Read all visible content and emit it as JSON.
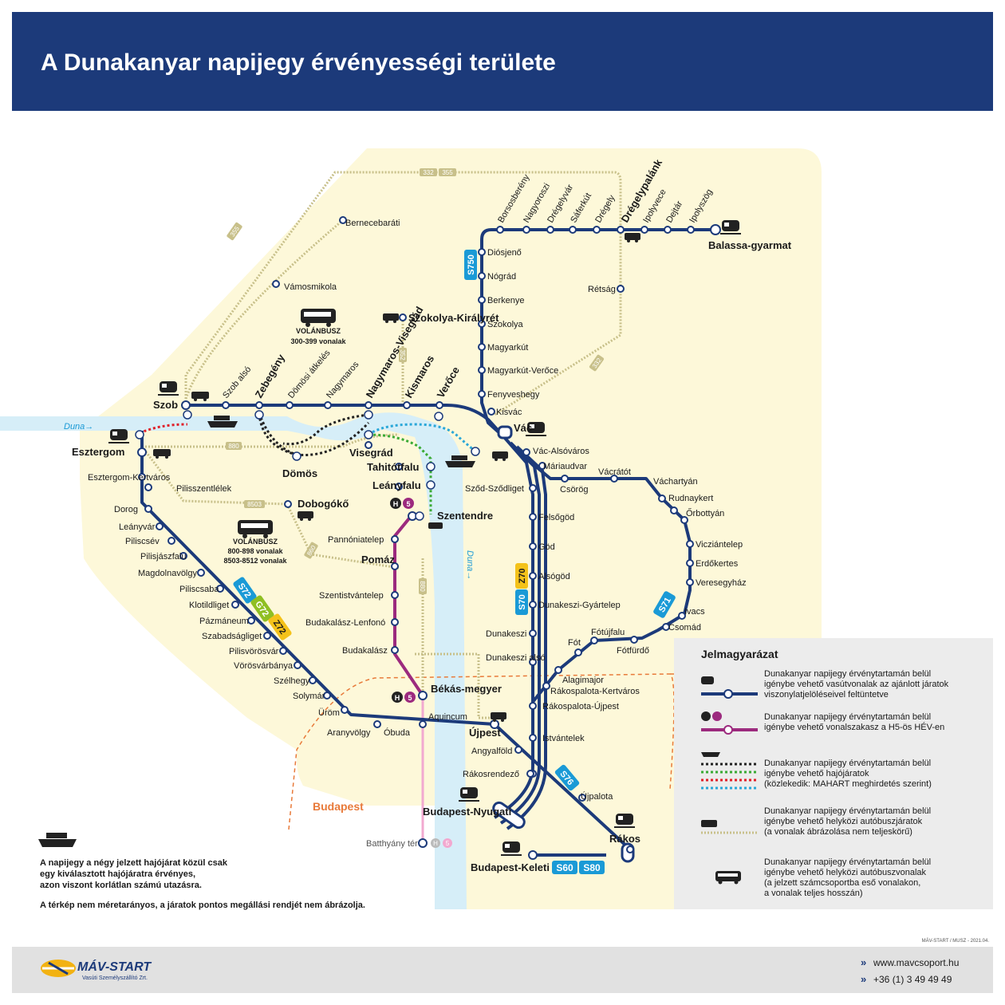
{
  "title": "A Dunakanyar napijegy érvényességi területe",
  "colors": {
    "banner": "#1c3a7a",
    "rail": "#1c3a7a",
    "hev": "#9c2a7e",
    "area": "#fdf8d9",
    "river": "#d6eef8",
    "bus": "#c8c08a",
    "boat_black": "#222222",
    "boat_green": "#3aaa35",
    "boat_red": "#e0202a",
    "boat_blue": "#2aa7d8",
    "s_blue": "#1a9ad6",
    "g_green": "#8fbf22",
    "z_yellow": "#f4c21a"
  },
  "lines": {
    "s750": "S750",
    "s70": "S70",
    "z70": "Z70",
    "s71": "S71",
    "s72": "S72",
    "g72": "G72",
    "z72": "Z72",
    "s76": "S76",
    "s60": "S60",
    "s80": "S80",
    "h5": "5",
    "h": "H"
  },
  "river_labels": {
    "duna1": "Duna→",
    "duna2": "Duna→"
  },
  "bus_numbers": {
    "b332": "332",
    "b355": "355",
    "b355b": "355",
    "b352": "352",
    "b880": "880",
    "b8503": "8503",
    "b860": "860",
    "b880b": "880",
    "b332b": "332"
  },
  "bus_notes": {
    "v1_title": "VOLÁNBUSZ",
    "v1_sub": "300-399 vonalak",
    "v2_title": "VOLÁNBUSZ",
    "v2_sub1": "800-898 vonalak",
    "v2_sub2": "8503-8512 vonalak"
  },
  "stations": {
    "szob": "Szob",
    "esztergom": "Esztergom",
    "zebegeny": "Zebegény",
    "nagymaros_visegrad": "Nagymaros-Visegrád",
    "kismaros": "Kismaros",
    "veroce": "Verőce",
    "vac": "Vác",
    "szentendre": "Szentendre",
    "bekasmegyer": "Békás-megyer",
    "ujpest": "Újpest",
    "rakos": "Rákos",
    "bp_nyugati": "Budapest-Nyugati",
    "bp_keleti": "Budapest-Keleti",
    "balassagyarmat": "Balassa-gyarmat",
    "dregelypalank": "Drégelypalánk",
    "szob_also": "Szob alsó",
    "domosi_atkeles": "Dömösi átkelés",
    "nagymaros": "Nagymaros",
    "bernecebarati": "Bernecebaráti",
    "vamosmikola": "Vámosmikola",
    "szokolya_kiralyret": "Szokolya-Királyrét",
    "borsosbereny": "Borsosberény",
    "nagyoroszi": "Nagyoroszi",
    "dregelyvar": "Drégelyvár",
    "saferkut": "Sáferkút",
    "dregely": "Drégely",
    "ipolyvece": "Ipolyvece",
    "dejtar": "Dejtár",
    "ipolyszog": "Ipolyszög",
    "diosjeno": "Diósjenő",
    "nograd": "Nógrád",
    "berkenye": "Berkenye",
    "szokolya": "Szokolya",
    "magyarkut": "Magyarkút",
    "magyarkut_veroce": "Magyarkút-Verőce",
    "fenyveshegy": "Fenyveshegy",
    "kisvac": "Kisvác",
    "retsag": "Rétság",
    "vac_alsovaros": "Vác-Alsóváros",
    "mariaudvar": "Máriaudvar",
    "csorog": "Csörög",
    "vacratot": "Vácrátót",
    "vachartyan": "Váchartyán",
    "rudnaykert": "Rudnaykert",
    "orbottyan": "Őrbottyán",
    "vicziantelep": "Vicziántelep",
    "erdokertes": "Erdőkertes",
    "veresegyhaz": "Veresegyház",
    "ivacs": "Ivacs",
    "csomad": "Csomád",
    "fotujfalu": "Fótújfalu",
    "fot": "Fót",
    "fotfurdo": "Fótfürdő",
    "alagimajor": "Alagimajor",
    "rakospalota_kertvaros": "Rákospalota-Kertváros",
    "rakospalota_ujpest": "Rákospalota-Újpest",
    "istvantelek": "Istvántelek",
    "ujpalota": "Újpalota",
    "szod_szodliget": "Sződ-Sződliget",
    "felsogod": "Felsőgöd",
    "god": "Göd",
    "alsogod": "Alsógöd",
    "dunakeszi_gyartelep": "Dunakeszi-Gyártelep",
    "dunakeszi": "Dunakeszi",
    "dunakeszi_also": "Dunakeszi alsó",
    "esztergom_kertvaros": "Esztergom-Kertváros",
    "dorog": "Dorog",
    "leanyvar": "Leányvár",
    "piliscsev": "Piliscsév",
    "pilisjaszfalu": "Pilisjászfalu",
    "magdolnavolgy": "Magdolnavölgy",
    "piliscsaba": "Piliscsaba",
    "klotildliget": "Klotildliget",
    "pazmaneum": "Pázmáneum",
    "szabadsagliget": "Szabadságliget",
    "pilisvorosvar": "Pilisvörösvár",
    "vorosvarbanya": "Vörösvárbánya",
    "szelhegy": "Szélhegy",
    "solymar": "Solymár",
    "urom": "Üröm",
    "aranyvolgy": "Aranyvölgy",
    "obuda": "Óbuda",
    "aquincum": "Aquincum",
    "angyalfold": "Angyalföld",
    "rakosrendezo": "Rákosrendező",
    "pilisszentlelek": "Pilisszentlélek",
    "dobogoko": "Dobogókő",
    "domos": "Dömös",
    "visegrad": "Visegrád",
    "tahitotfalu": "Tahitótfalu",
    "leanyfalu": "Leányfalu",
    "pannoniatelep": "Pannóniatelep",
    "pomaz": "Pomáz",
    "szentistvantelep": "Szentistvántelep",
    "budakalasz_lenfono": "Budakalász-Lenfonó",
    "budakalasz": "Budakalász",
    "batthyany_ter": "Batthyány tér"
  },
  "budapest_label": "Budapest",
  "legend": {
    "title": "Jelmagyarázat",
    "items": [
      {
        "l1": "Dunakanyar napijegy érvénytartamán belül",
        "l2": "igénybe vehető  vasútvonalak az ajánlott járatok",
        "l3": "viszonylatjelöléseivel feltüntetve"
      },
      {
        "l1": "Dunakanyar napijegy érvénytartamán belül",
        "l2": "igénybe vehető vonalszakasz a H5-ös HÉV-en",
        "l3": ""
      },
      {
        "l1": "Dunakanyar napijegy érvénytartamán belül",
        "l2": "igénybe vehető hajójáratok",
        "l3": "(közlekedik: MAHART meghirdetés szerint)"
      },
      {
        "l1": "Dunakanyar napijegy érvénytartamán belül",
        "l2": "igénybe vehető helyközi autóbuszjáratok",
        "l3": "(a vonalak ábrázolása nem teljeskörű)"
      },
      {
        "l1": "Dunakanyar napijegy érvénytartamán belül",
        "l2": "igénybe vehető helyközi autóbuszvonalak",
        "l3": "(a jelzett számcsoportba eső vonalakon,",
        "l4": "a vonalak teljes hosszán)"
      }
    ]
  },
  "notes": {
    "n1": "A napijegy a négy jelzett hajójárat közül csak",
    "n2": "egy kiválasztott hajójáratra érvényes,",
    "n3": "azon viszont korlátlan számú utazásra.",
    "n4": "A térkép nem méretarányos, a járatok pontos megállási rendjét nem ábrázolja."
  },
  "credit": "MÁV-START / MUSZ - 2021.04.",
  "footer": {
    "logo": "MÁV-START",
    "logo_sub": "Vasúti Személyszállító Zrt.",
    "web": "www.mavcsoport.hu",
    "phone": "+36 (1) 3 49 49 49",
    "arrow1": "»",
    "arrow2": "»"
  }
}
